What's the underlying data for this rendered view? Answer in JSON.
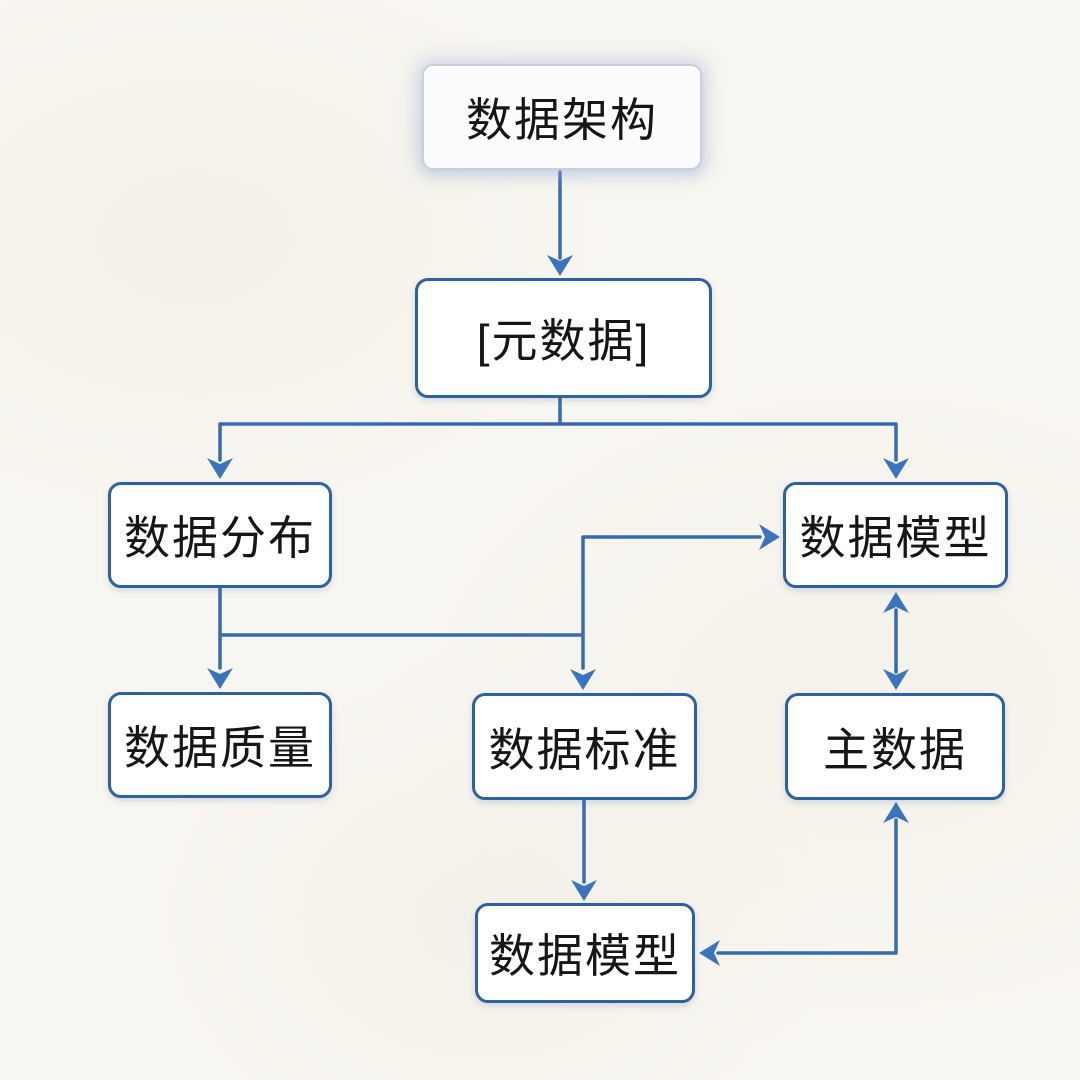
{
  "diagram": {
    "nodes": {
      "architecture": {
        "label": "数据架构"
      },
      "metadata": {
        "label": "[元数据]"
      },
      "distribution": {
        "label": "数据分布"
      },
      "model_right": {
        "label": "数据模型"
      },
      "quality": {
        "label": "数据质量"
      },
      "standard": {
        "label": "数据标准"
      },
      "master": {
        "label": "主数据"
      },
      "model_bottom": {
        "label": "数据模型"
      }
    },
    "edges": [
      {
        "from": "数据架构",
        "to": "[元数据]",
        "style": "arrow"
      },
      {
        "from": "[元数据]",
        "to": "数据分布",
        "style": "arrow"
      },
      {
        "from": "[元数据]",
        "to": "数据模型",
        "style": "arrow"
      },
      {
        "from": "数据分布",
        "to": "数据质量",
        "style": "arrow"
      },
      {
        "from": "数据分布",
        "to": "数据标准",
        "style": "arrow"
      },
      {
        "from": "数据分布",
        "to": "数据模型",
        "style": "arrow",
        "note": "junction above 数据标准 into left side of 数据模型"
      },
      {
        "from": "数据模型",
        "to": "主数据",
        "style": "double-arrow"
      },
      {
        "from": "数据标准",
        "to": "数据模型(bottom)",
        "style": "arrow"
      },
      {
        "from": "主数据",
        "to": "数据模型(bottom)",
        "style": "double-arrow",
        "note": "elbow down then left"
      }
    ],
    "colors": {
      "background": "#f8f6f0",
      "line": "#366cab",
      "arrowhead": "#3a74bd",
      "box_border": "#2e619f",
      "box_fill": "#ffffff",
      "root_border": "#c6d0e0",
      "root_fill": "#fcfcfe",
      "text": "#161616"
    }
  }
}
